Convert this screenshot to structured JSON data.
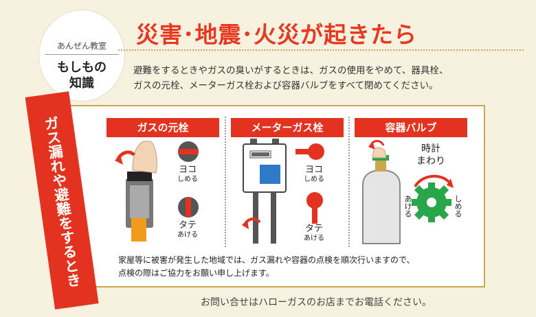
{
  "badge": {
    "top": "あんぜん教室",
    "main_line1": "もしもの",
    "main_line2": "知識"
  },
  "title": "災害･地震･火災が起きたら",
  "intro": {
    "line1": "避難をするときやガスの臭いがするときは、ガスの使用をやめて、器具栓、",
    "line2": "ガスの元栓、メーターガス栓および容器バルブをすべて閉めてください。"
  },
  "banner": "ガス漏れや避難をするとき",
  "sections": [
    {
      "label": "ガスの元栓"
    },
    {
      "label": "メーターガス栓"
    },
    {
      "label": "容器バルブ"
    }
  ],
  "valve": {
    "close_label": "ヨコ",
    "close_sub": "しめる",
    "open_label": "タテ",
    "open_sub": "あける"
  },
  "bulb": {
    "clockwise_line1": "時計",
    "clockwise_line2": "まわり",
    "open_side": "あける",
    "close_side": "しめる"
  },
  "note": {
    "line1": "家屋等に被害が発生した地域では、ガス漏れや容器の点検を順次行いますので、",
    "line2": "点検の際はご協力をお願い申し上げます。"
  },
  "footer": "お問い合せはハローガスのお店までお電話ください。",
  "colors": {
    "accent_red": "#e3321f",
    "panel_border": "#c9a74a",
    "valve_green": "#2aa64a"
  }
}
